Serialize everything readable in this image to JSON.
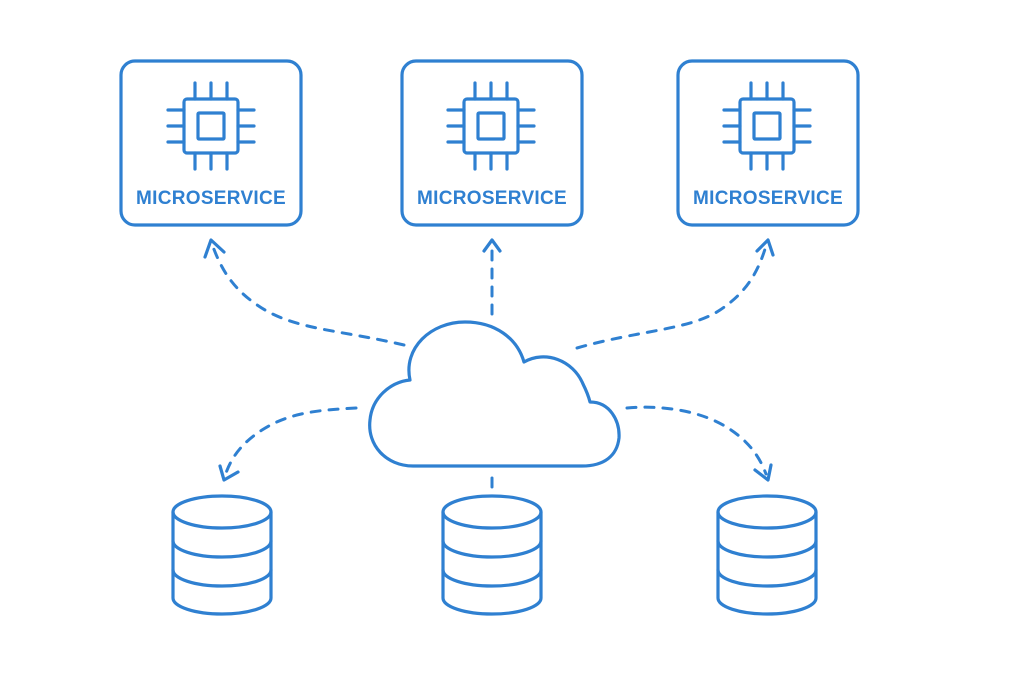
{
  "diagram": {
    "accent_color": "#2f80d1",
    "background_color": "#ffffff",
    "hub": {
      "icon": "cloud-icon"
    },
    "services": [
      {
        "label": "MICROSERVICE",
        "icon": "cpu-chip-icon"
      },
      {
        "label": "MICROSERVICE",
        "icon": "cpu-chip-icon"
      },
      {
        "label": "MICROSERVICE",
        "icon": "cpu-chip-icon"
      }
    ],
    "databases": [
      {
        "icon": "database-icon"
      },
      {
        "icon": "database-icon"
      },
      {
        "icon": "database-icon"
      }
    ],
    "connections": [
      {
        "from": "cloud",
        "to": "service-1",
        "arrow": true
      },
      {
        "from": "cloud",
        "to": "service-2",
        "arrow": true
      },
      {
        "from": "cloud",
        "to": "service-3",
        "arrow": true
      },
      {
        "from": "cloud",
        "to": "database-1",
        "arrow": true
      },
      {
        "from": "cloud",
        "to": "database-2",
        "arrow": false
      },
      {
        "from": "cloud",
        "to": "database-3",
        "arrow": true
      }
    ]
  }
}
